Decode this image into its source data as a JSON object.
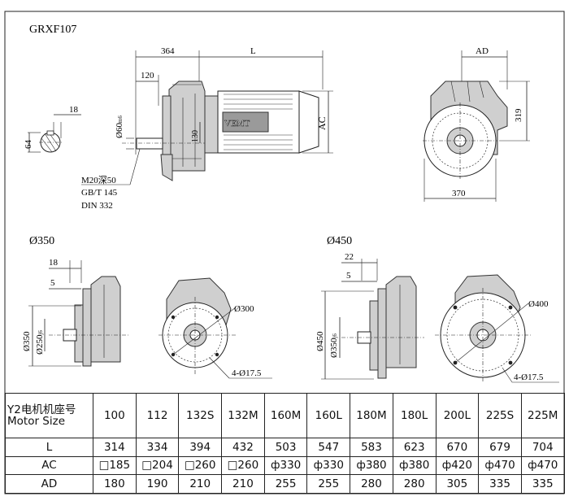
{
  "model": "GRXF107",
  "top_drawing": {
    "dims": {
      "d364": "364",
      "dL": "L",
      "d120": "120",
      "d18": "18",
      "d64": "64",
      "d130": "130",
      "dAC": "AC",
      "dAD": "AD",
      "d319": "319",
      "d370": "370"
    },
    "shaft_dia_main": "Ø60",
    "shaft_dia_tol": "m6",
    "thread_notes": [
      "M20深50",
      "GB/T 145",
      "DIN 332"
    ],
    "motor_brand": "VEMT"
  },
  "flange_350": {
    "title": "Ø350",
    "dims": {
      "d18": "18",
      "d5": "5",
      "d350": "Ø350",
      "d250": "Ø250",
      "d250_tol": "j6",
      "d300": "Ø300",
      "holes": "4-Ø17.5"
    }
  },
  "flange_450": {
    "title": "Ø450",
    "dims": {
      "d22": "22",
      "d5": "5",
      "d450": "Ø450",
      "d350": "Ø350",
      "d350_tol": "j6",
      "d400": "Ø400",
      "holes": "4-Ø17.5"
    }
  },
  "table": {
    "header_label_cn": "Y2电机机座号",
    "header_label_en": "Motor Size",
    "sizes": [
      "100",
      "112",
      "132S",
      "132M",
      "160M",
      "160L",
      "180M",
      "180L",
      "200L",
      "225S",
      "225M"
    ],
    "rows": [
      {
        "label": "L",
        "values": [
          "314",
          "334",
          "394",
          "432",
          "503",
          "547",
          "583",
          "623",
          "670",
          "679",
          "704"
        ]
      },
      {
        "label": "AC",
        "values": [
          "□185",
          "□204",
          "□260",
          "□260",
          "ф330",
          "ф330",
          "ф380",
          "ф380",
          "ф420",
          "ф470",
          "ф470"
        ]
      },
      {
        "label": "AD",
        "values": [
          "180",
          "190",
          "210",
          "210",
          "255",
          "255",
          "280",
          "280",
          "305",
          "335",
          "335"
        ]
      }
    ]
  }
}
